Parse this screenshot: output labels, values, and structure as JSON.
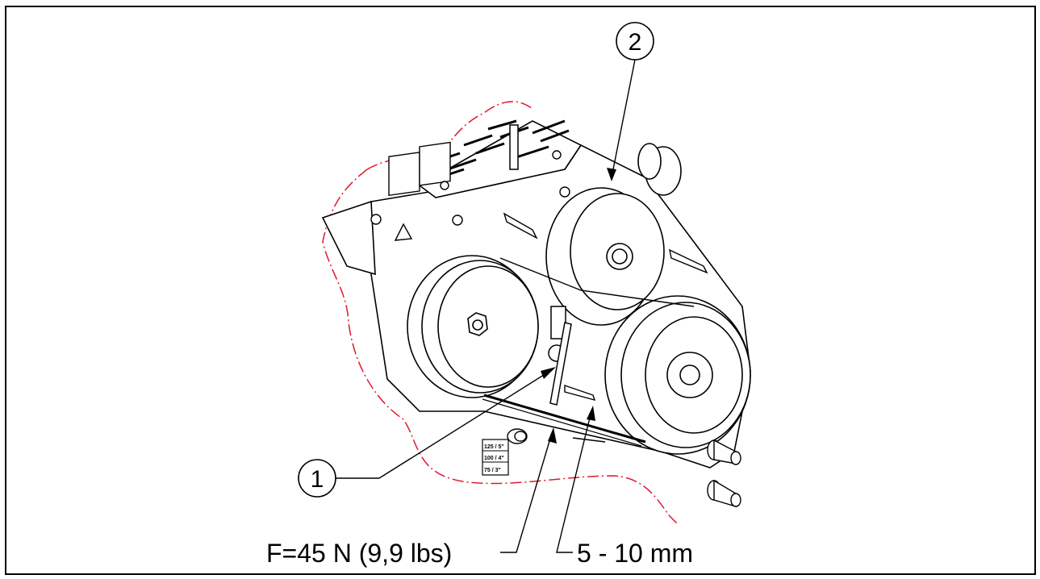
{
  "callouts": [
    {
      "number": "1"
    },
    {
      "number": "2"
    }
  ],
  "measurements": {
    "force_label": "F=45 N (9,9 lbs)",
    "deflection_label": "5 - 10 mm"
  },
  "decal": {
    "lines": [
      "125 / 5\"",
      "100 / 4\"",
      "75 / 3\""
    ]
  },
  "colors": {
    "line": "#000000",
    "section_boundary": "#e0182d",
    "background": "#ffffff"
  }
}
